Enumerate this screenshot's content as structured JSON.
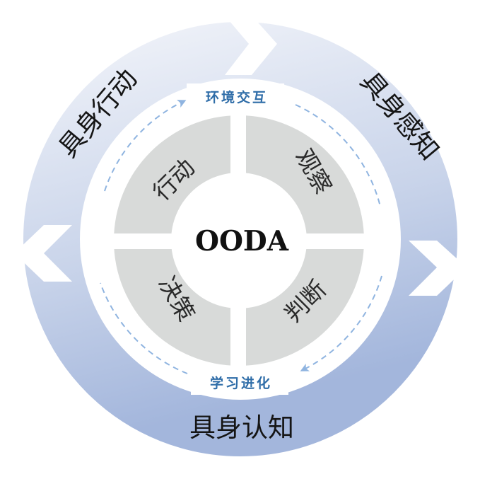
{
  "outer_ring": {
    "left": "具身行动",
    "right": "具身感知",
    "bottom": "具身认知"
  },
  "inner_boxes": {
    "top": "环境交互",
    "bottom": "学习进化"
  },
  "quadrants": {
    "top_left": "行动",
    "top_right": "观察",
    "bottom_right": "判断",
    "bottom_left": "决策"
  },
  "center": "OODA",
  "colors": {
    "ring_light": "#e9edf6",
    "ring_dark": "#a9bbdd",
    "quadrant_fill": "#d8dad9",
    "arrow": "#8fb4e0",
    "box_text": "#2f6da8"
  }
}
